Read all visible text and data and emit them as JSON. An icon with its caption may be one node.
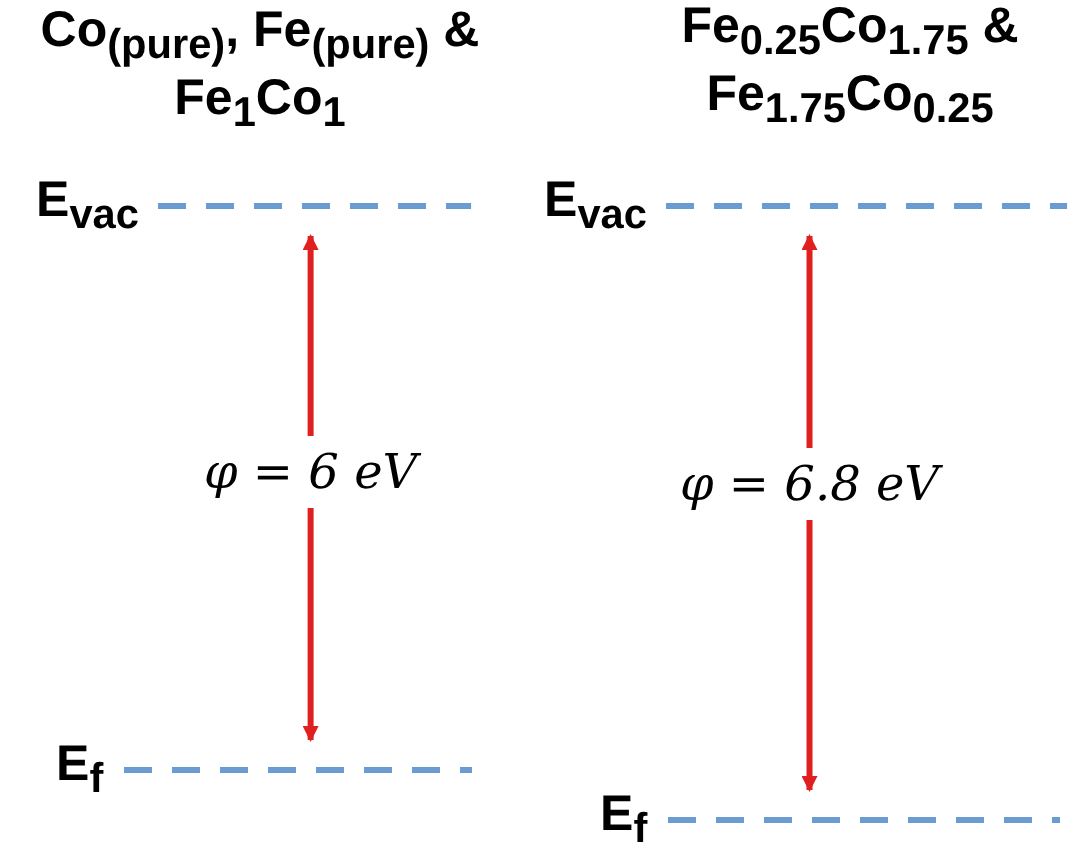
{
  "diagram": {
    "nodes": [
      {
        "text": [
          "E$_{vac}$"
        ]
      },
      {
        "text": [
          "φ = 6 eV"
        ]
      },
      {
        "text": [
          "E$_{f}$"
        ]
      },
      {
        "text": [
          "E$_{vac}$"
        ]
      },
      {
        "text": [
          "φ = 6.8 eV"
        ]
      },
      {
        "text": [
          "E$_{f}$"
        ]
      }
    ],
    "edges": [
      {
        "from": 1,
        "to": 0,
        "arrow": "to",
        "color": "#e02020"
      },
      {
        "from": 1,
        "to": 2,
        "arrow": "to",
        "color": "#e02020"
      },
      {
        "from": 4,
        "to": 3,
        "arrow": "to",
        "color": "#e02020"
      },
      {
        "from": 4,
        "to": 5,
        "arrow": "to",
        "color": "#e02020"
      }
    ],
    "labels": [
      "Co$_{(pure)}$, Fe$_{(pure)}$ & Fe$_{1}$Co$_{1}$",
      "Fe$_{0.25}$Co$_{1.75}$ & Fe$_{1.75}$Co$_{0.25}$"
    ]
  }
}
